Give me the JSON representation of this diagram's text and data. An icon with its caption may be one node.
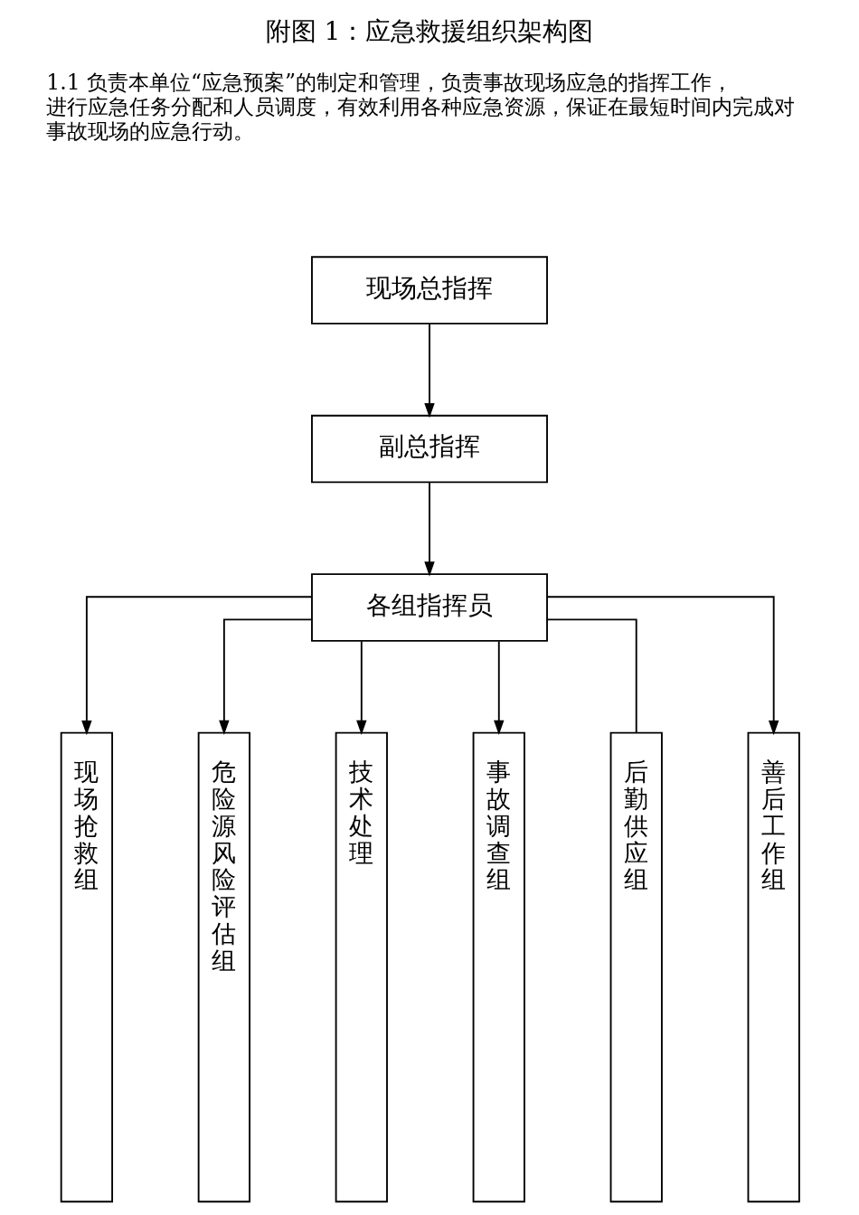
{
  "diagram": {
    "title": "附图 1：应急救援组织架构图",
    "nodes": [
      {
        "text": [
          "现场总指挥"
        ]
      },
      {
        "text": [
          "副总指挥"
        ]
      },
      {
        "text": [
          "各组指挥员"
        ]
      },
      {
        "text": [
          "现场抢救组"
        ]
      },
      {
        "text": [
          "危险源风险评估组"
        ]
      },
      {
        "text": [
          "技术处理"
        ]
      },
      {
        "text": [
          "事故调查组"
        ]
      },
      {
        "text": [
          "后勤供应组"
        ]
      },
      {
        "text": [
          "善后工作组"
        ]
      }
    ],
    "edges": [
      {
        "from": 0,
        "to": 1,
        "arrow": "to"
      },
      {
        "from": 1,
        "to": 2,
        "arrow": "to"
      },
      {
        "from": 2,
        "to": 3,
        "arrow": "to"
      },
      {
        "from": 2,
        "to": 4,
        "arrow": "to"
      },
      {
        "from": 2,
        "to": 5,
        "arrow": "to"
      },
      {
        "from": 2,
        "to": 6,
        "arrow": "to"
      },
      {
        "from": 2,
        "to": 7,
        "arrow": "none"
      },
      {
        "from": 2,
        "to": 8,
        "arrow": "to"
      }
    ],
    "labels": [
      "1.1 负责本单位“应急预案”的制定和管理，负责事故现场应急的指挥工作，进行应急任务分配和人员调度，有效利用各种应急资源，保证在最短时间内完成对事故现场的应急行动。"
    ]
  }
}
